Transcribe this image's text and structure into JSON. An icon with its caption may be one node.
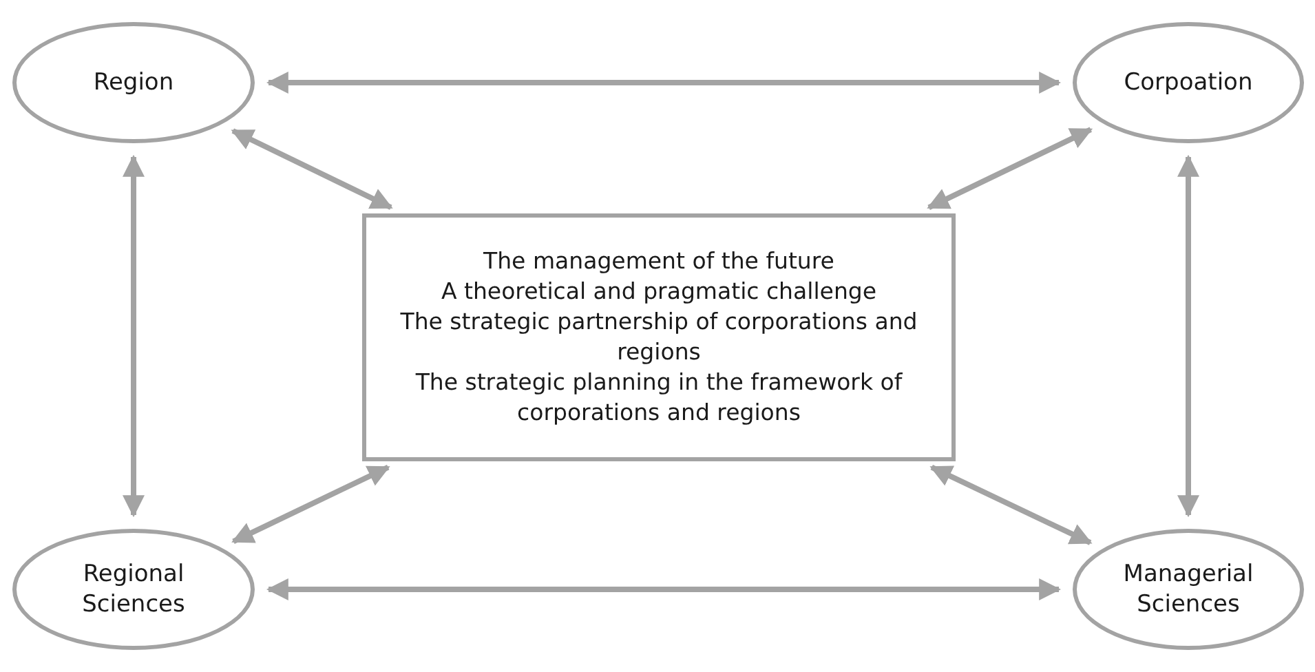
{
  "diagram": {
    "nodes": [
      {
        "text": [
          "Region"
        ]
      },
      {
        "text": [
          "Corpoation"
        ]
      },
      {
        "text": [
          "The management of the future",
          "A theoretical and pragmatic challenge",
          "The strategic partnership of corporations and regions",
          "The strategic planning in the framework of corporations and regions"
        ]
      },
      {
        "text": [
          "Regional Sciences"
        ]
      },
      {
        "text": [
          "Managerial Sciences"
        ]
      }
    ],
    "edges": [
      {
        "from": 0,
        "to": 1,
        "arrow": "both"
      },
      {
        "from": 0,
        "to": 3,
        "arrow": "both"
      },
      {
        "from": 1,
        "to": 4,
        "arrow": "both"
      },
      {
        "from": 3,
        "to": 4,
        "arrow": "both"
      },
      {
        "from": 0,
        "to": 2,
        "arrow": "both"
      },
      {
        "from": 1,
        "to": 2,
        "arrow": "both"
      },
      {
        "from": 3,
        "to": 2,
        "arrow": "both"
      },
      {
        "from": 4,
        "to": 2,
        "arrow": "both"
      }
    ]
  }
}
